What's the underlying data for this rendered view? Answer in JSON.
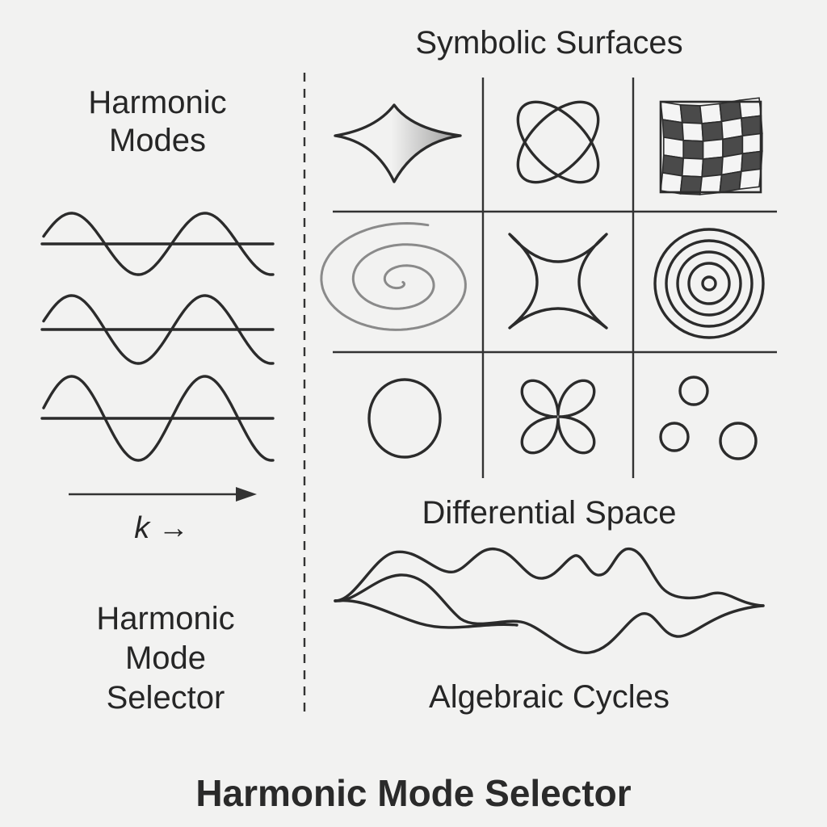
{
  "left_panel": {
    "title_line1": "Harmonic",
    "title_line2": "Modes",
    "axis_label": "k →",
    "bottom_line1": "Harmonic",
    "bottom_line2": "Mode",
    "bottom_line3": "Selector"
  },
  "right_panel": {
    "title": "Symbolic Surfaces",
    "differential_label": "Differential Space",
    "algebraic_label": "Algebraic Cycles"
  },
  "footer": {
    "title": "Harmonic Mode Selector"
  },
  "icons": {
    "grid": [
      "lens-surface-icon",
      "crossed-ellipses-icon",
      "checkerboard-surface-icon",
      "spiral-icon",
      "astroid-icon",
      "concentric-circles-icon",
      "circle-icon",
      "four-petal-icon",
      "three-circles-icon"
    ]
  },
  "colors": {
    "background": "#f2f2f1",
    "ink": "#2b2b2b",
    "spiral": "#8a8a8a",
    "checker_dark": "#4a4a4a"
  }
}
